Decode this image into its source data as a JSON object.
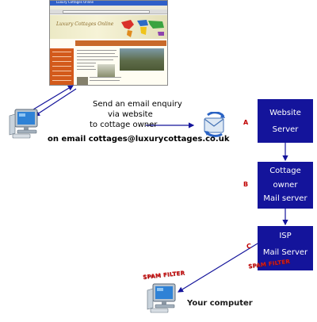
{
  "screenshot": {
    "title_text": "Luxury Cottages Online",
    "logo_text": "Luxury Cottages Online"
  },
  "enquiry": {
    "line1": "Send an email enquiry",
    "line2": "via website",
    "line3": "to cottage owner",
    "email_line": "on email cottages@luxurycottages.co.uk"
  },
  "nodes": {
    "website_server": {
      "line1": "Website",
      "line2": "Server",
      "marker": "A"
    },
    "cottage_owner": {
      "line1": "Cottage",
      "line2": "owner",
      "line3": "Mail server",
      "marker": "B"
    },
    "isp": {
      "line1": "ISP",
      "line2": "Mail Server",
      "marker": "C"
    }
  },
  "spam_filter": {
    "top_label": "SPAM FILTER",
    "isp_label": "SPAM FILTER"
  },
  "your_computer": "Your computer",
  "colors": {
    "box": "#14149b",
    "arrow": "#14149b",
    "marker": "#c00000",
    "spam": "#d12020"
  }
}
